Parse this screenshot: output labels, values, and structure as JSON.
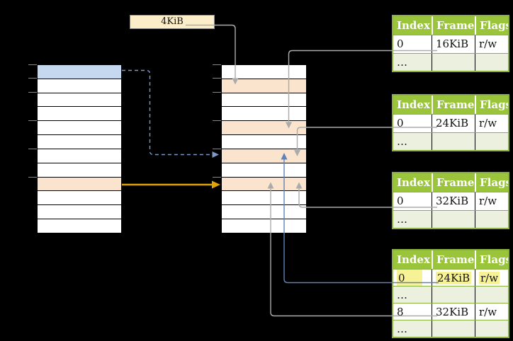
{
  "label_4kib": "4KiB",
  "memory_columns": {
    "left": {
      "row_count": 12,
      "blue_rows": [
        0
      ],
      "orange_rows": [
        8
      ],
      "tick_rows": [
        0,
        1,
        2,
        4,
        6,
        8
      ]
    },
    "middle": {
      "row_count": 12,
      "blue_rows": [],
      "orange_rows": [
        1,
        4,
        6,
        8
      ],
      "tick_rows": [
        0,
        1,
        2,
        4,
        6,
        8
      ]
    }
  },
  "tables": [
    {
      "header": [
        "Index",
        "Frame",
        "Flags"
      ],
      "rows": [
        [
          "0",
          "16KiB",
          "r/w"
        ],
        [
          "…",
          "",
          ""
        ]
      ]
    },
    {
      "header": [
        "Index",
        "Frame",
        "Flags"
      ],
      "rows": [
        [
          "0",
          "24KiB",
          "r/w"
        ],
        [
          "…",
          "",
          ""
        ]
      ]
    },
    {
      "header": [
        "Index",
        "Frame",
        "Flags"
      ],
      "rows": [
        [
          "0",
          "32KiB",
          "r/w"
        ],
        [
          "…",
          "",
          ""
        ]
      ]
    },
    {
      "header": [
        "Index",
        "Frame",
        "Flags"
      ],
      "rows": [
        [
          "0",
          "24KiB",
          "r/w"
        ],
        [
          "…",
          "",
          ""
        ],
        [
          "8",
          "32KiB",
          "r/w"
        ],
        [
          "…",
          "",
          ""
        ]
      ],
      "highlighted_row": 0
    }
  ],
  "colors": {
    "table_header_green": "#9AC53A",
    "table_border_green": "#8BB042",
    "table_row_light_green": "#EBF1DE",
    "cell_orange": "#FBE4CE",
    "cell_blue": "#C6D8F0",
    "label_cream": "#FCEEC9",
    "highlight_yellow": "#F7F296",
    "connector_gray": "#ABABAB",
    "connector_blue": "#5F82B8",
    "connector_blue_dashed": "#7C99C6",
    "arrow_orange": "#DFA308"
  }
}
